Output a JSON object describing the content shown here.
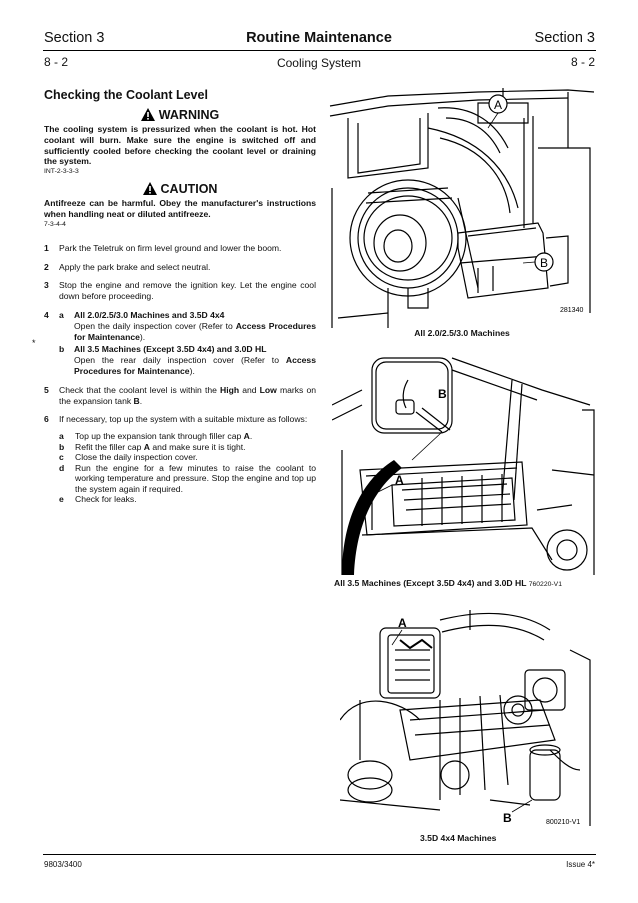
{
  "header": {
    "section_left": "Section 3",
    "title": "Routine Maintenance",
    "section_right": "Section 3",
    "page_left": "8 - 2",
    "subtitle": "Cooling System",
    "page_right": "8 - 2"
  },
  "heading": "Checking the Coolant Level",
  "warning": {
    "label": "WARNING",
    "text": "The cooling system is pressurized when the coolant is hot. Hot coolant will burn. Make sure the engine is switched off and sufficiently cooled before checking the coolant level or draining the system.",
    "code": "INT-2-3-3-3"
  },
  "caution": {
    "label": "CAUTION",
    "text": "Antifreeze can be harmful. Obey the manufacturer's instructions when handling neat or diluted antifreeze.",
    "code": "7-3-4-4"
  },
  "steps": {
    "s1": {
      "num": "1",
      "text": "Park the Teletruk on firm level ground and lower the boom."
    },
    "s2": {
      "num": "2",
      "text": "Apply the park brake and select neutral."
    },
    "s3": {
      "num": "3",
      "text": "Stop the engine and remove the ignition key. Let the engine cool down before proceeding."
    },
    "s4": {
      "num": "4",
      "a": {
        "letter": "a",
        "title": "All 2.0/2.5/3.0 Machines and 3.5D 4x4",
        "pre": "Open the daily inspection cover (Refer to ",
        "ref": "Access Procedures for Maintenance",
        "post": ")."
      },
      "b": {
        "letter": "b",
        "title": "All 3.5 Machines (Except  3.5D 4x4) and 3.0D HL",
        "pre": "Open the rear daily inspection cover (Refer to ",
        "ref": "Access Procedures for Maintenance",
        "post": ")."
      }
    },
    "s5": {
      "num": "5",
      "pre": "Check that the coolant level is within the ",
      "high": "High",
      "mid": " and ",
      "low": "Low",
      "post": " marks on the expansion tank ",
      "tank": "B",
      "end": "."
    },
    "s6": {
      "num": "6",
      "text": "If necessary, top up the system with a suitable mixture as follows:",
      "a": {
        "letter": "a",
        "pre": "Top up the expansion tank through filler cap ",
        "key": "A",
        "post": "."
      },
      "b": {
        "letter": "b",
        "pre": "Refit the filler cap ",
        "key": "A",
        "post": " and make sure it is tight."
      },
      "c": {
        "letter": "c",
        "text": "Close the daily inspection cover."
      },
      "d": {
        "letter": "d",
        "text": "Run the engine for a few minutes to raise the coolant to working temperature and pressure. Stop the engine and top up the system again if required."
      },
      "e": {
        "letter": "e",
        "text": "Check for leaks."
      }
    }
  },
  "margin_mark": "*",
  "figures": {
    "fig1": {
      "caption": "All 2.0/2.5/3.0 Machines",
      "ref": "281340",
      "label_a": "A",
      "label_b": "B"
    },
    "fig2": {
      "caption": "All 3.5 Machines (Except  3.5D 4x4) and 3.0D HL",
      "ref": "760220-V1",
      "label_a": "A",
      "label_b": "B"
    },
    "fig3": {
      "caption": "3.5D 4x4  Machines",
      "ref": "800210-V1",
      "label_a": "A",
      "label_b": "B"
    }
  },
  "footer": {
    "left": "9803/3400",
    "right": "Issue 4*"
  }
}
